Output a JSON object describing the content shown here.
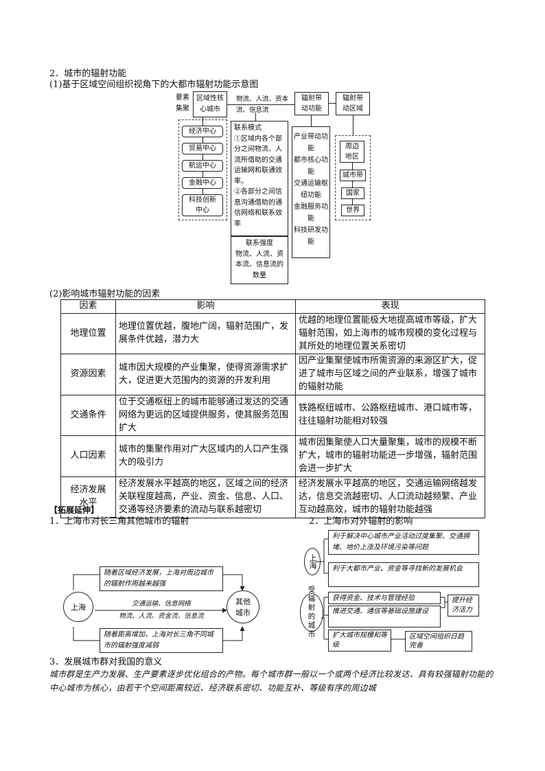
{
  "section2": {
    "title": "2．城市的辐射功能",
    "sub1": "(1)基于区域空间组织视角下的大都市辐射功能示意图",
    "sub2": "(2)影响城市辐射功能的因素"
  },
  "diagram": {
    "yaosu": "要素",
    "jiju": "集聚",
    "core_box": "区域性核心城市",
    "core_items": [
      "经济中心",
      "贸易中心",
      "航运中心",
      "金融中心",
      "科技创新中心"
    ],
    "flow_top": "物流、人流、资本流、信息流",
    "link_mode": "联系模式\n①区域内各个部分之间物流、人流所借助的交通运输网和联通效率。\n②各部分之间信息沟通借助的通信网络和联系效率",
    "link_strength": "联系强度\n物流、人流、资本流、信息流的数量",
    "drive_func": "辐射带动功能",
    "drive_items": "产业带动功能\n都市核心功能\n交通运输枢纽功能\n金融服务功能\n科技研发功能",
    "drive_area": "辐射带动区域",
    "area_items": [
      "周边地区",
      "城市带",
      "国家",
      "世界"
    ]
  },
  "table": {
    "headers": [
      "因素",
      "影响",
      "表现"
    ],
    "rows": [
      {
        "factor": "地理位置",
        "effect": "地理位置优越，腹地广阔，辐射范围广，发展条件优越，潜力大",
        "show": "优越的地理位置能极大地提高城市等级，扩大辐射范围，如上海市的城市规模的变化过程与其所处的地理位置关系密切"
      },
      {
        "factor": "资源因素",
        "effect": "城市因大规模的产业集聚，使得资源需求扩大，促进更大范围内的资源的开发利用",
        "show": "因产业集聚使城市所需资源的来源区扩大，促进了城市与区域之间的产业联系，增强了城市的辐射功能"
      },
      {
        "factor": "交通条件",
        "effect": "位于交通枢纽上的城市能够通过发达的交通网络为更远的区域提供服务，使其服务范围扩大",
        "show": "铁路枢纽城市、公路枢纽城市、港口城市等，往往辐射功能相对较强"
      },
      {
        "factor": "人口因素",
        "effect": "城市的集聚作用对广大区域内的人口产生强大的吸引力",
        "show": "城市因集聚使人口大量聚集，城市的规模不断扩大，城市的辐射功能进一步增强，辐射范围会进一步扩大"
      },
      {
        "factor": "经济发展水平",
        "effect": "经济发展水平越高的地区，区域之间的经济关联程度越高，产业、资金、信息、人口、交通等经济要素的流动与联系越密切",
        "show": "经济发展水平越高的地区，交通运输网络越发达，信息交流越密切、人口流动越频繁、产业互动越高效，城市的辐射功能越强"
      }
    ]
  },
  "extension": {
    "title": "【拓展延伸】",
    "left_title": "1．上海市对长三角其他城市的辐射",
    "right_title": "2．上海市对外辐射的影响",
    "left": {
      "shanghai": "上海",
      "other": "其他城市",
      "top_box": "随着区域经济发展，上海对周边城市的辐射作用越来越强",
      "mid_line1": "交通运输、信息网络",
      "mid_line2": "物流、人流、资金流、信息流",
      "bottom_box": "随着距离增加，上海对长三角不同城市的辐射强度减弱"
    },
    "right": {
      "shanghai": "上海",
      "radiating": "受辐射的城市",
      "box1": "利于解决中心城市产业活动过度集聚、交通拥堵、地价上涨及环境污染等问题",
      "box2": "利于大都市产业、资金等寻找新的发展机会",
      "box3": "获得资金、技术与管理经验",
      "box4": "推进交通、通信等基础设施建设",
      "box5": "扩大城市规模和等级",
      "box6": "提升经济活力",
      "box7": "区域空间组织日趋完善"
    }
  },
  "section3": {
    "title": "3．发展城市群对我国的意义",
    "text": "城市群是生产力发展、生产要素逐步优化组合的产物。每个城市群一般以一个或两个经济比较发达、具有较强辐射功能的中心城市为核心，由若干个空间距离较近、经济联系密切、功能互补、等级有序的周边城"
  }
}
